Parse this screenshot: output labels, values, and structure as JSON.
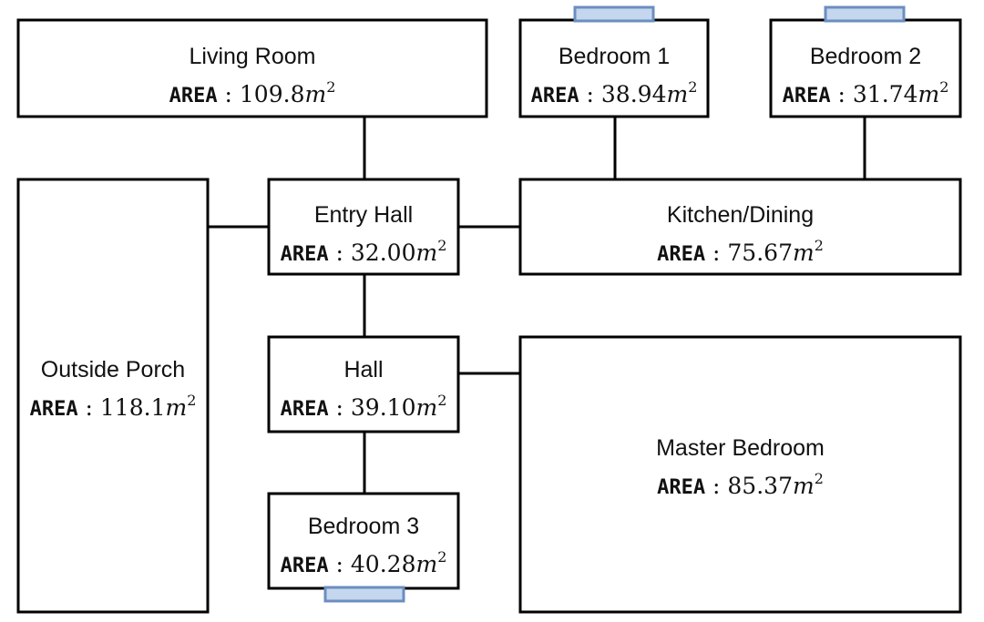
{
  "diagram": {
    "area_keyword": "AREA",
    "area_separator": ":",
    "unit": "m",
    "unit_exponent": "2",
    "colors": {
      "room_border": "#000000",
      "room_fill": "#ffffff",
      "connector": "#000000",
      "window_fill": "#c5d6ef",
      "window_border": "#6c8ebf"
    },
    "rooms": [
      {
        "id": "living-room",
        "name": "Living Room",
        "area": "109.8"
      },
      {
        "id": "bedroom-1",
        "name": "Bedroom 1",
        "area": "38.94"
      },
      {
        "id": "bedroom-2",
        "name": "Bedroom 2",
        "area": "31.74"
      },
      {
        "id": "outside-porch",
        "name": "Outside Porch",
        "area": "118.1"
      },
      {
        "id": "entry-hall",
        "name": "Entry Hall",
        "area": "32.00"
      },
      {
        "id": "kitchen-dining",
        "name": "Kitchen/Dining",
        "area": "75.67"
      },
      {
        "id": "hall",
        "name": "Hall",
        "area": "39.10"
      },
      {
        "id": "master-bedroom",
        "name": "Master Bedroom",
        "area": "85.37"
      },
      {
        "id": "bedroom-3",
        "name": "Bedroom 3",
        "area": "40.28"
      }
    ],
    "connections": [
      {
        "from": "living-room",
        "to": "entry-hall"
      },
      {
        "from": "bedroom-1",
        "to": "kitchen-dining"
      },
      {
        "from": "bedroom-2",
        "to": "kitchen-dining"
      },
      {
        "from": "outside-porch",
        "to": "entry-hall"
      },
      {
        "from": "entry-hall",
        "to": "kitchen-dining"
      },
      {
        "from": "entry-hall",
        "to": "hall"
      },
      {
        "from": "hall",
        "to": "master-bedroom"
      },
      {
        "from": "hall",
        "to": "bedroom-3"
      }
    ],
    "windows": [
      {
        "room": "bedroom-1",
        "side": "top"
      },
      {
        "room": "bedroom-2",
        "side": "top"
      },
      {
        "room": "bedroom-3",
        "side": "bottom"
      }
    ]
  }
}
